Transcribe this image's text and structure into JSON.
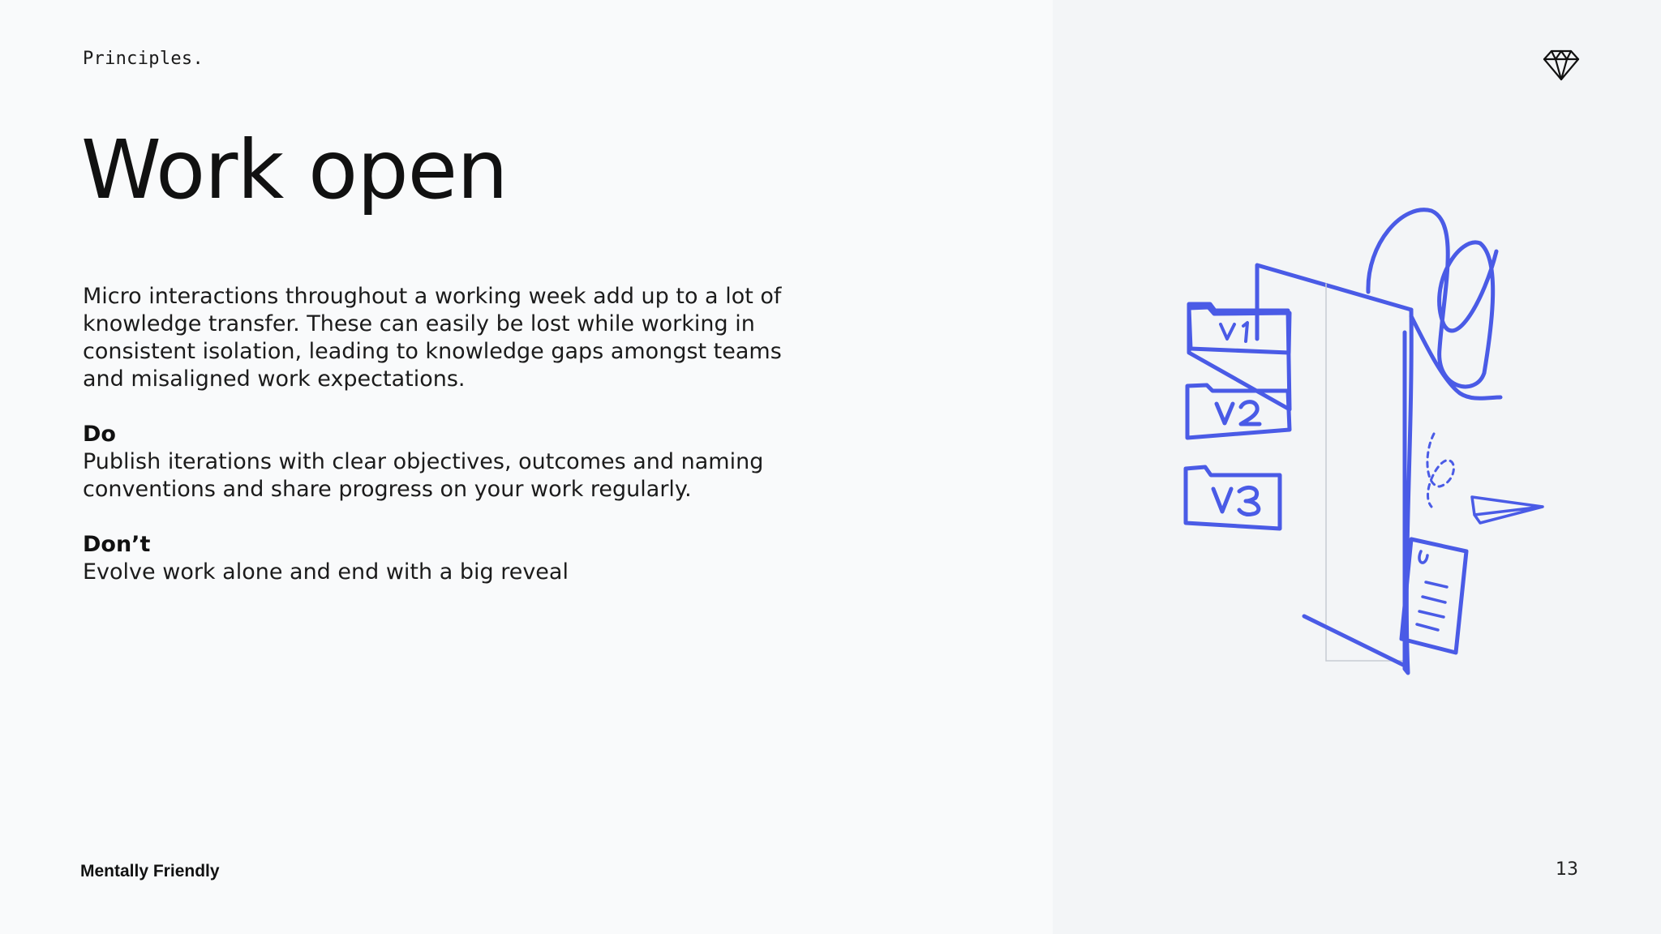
{
  "section_label": "Principles.",
  "title": "Work open",
  "intro": "Micro interactions throughout a working week add up to a lot of knowledge transfer. These can easily be lost while working in consistent isolation, leading to knowledge gaps amongst teams and misaligned work expectations.",
  "do": {
    "heading": "Do",
    "text": "Publish iterations with clear objectives, outcomes and naming conventions and share progress on your work regularly."
  },
  "dont": {
    "heading": "Don’t",
    "text": "Evolve work alone and end with a big reveal"
  },
  "footer": {
    "brand": "Mentally Friendly",
    "page_number": "13"
  },
  "illustration": {
    "folders": [
      "v1",
      "v2",
      "v3"
    ],
    "stroke_color": "#4a5be6"
  },
  "icons": {
    "logo": "diamond-icon"
  },
  "colors": {
    "background_left": "#f9fafb",
    "background_right": "#f3f5f7",
    "text": "#111111",
    "accent": "#4a5be6"
  }
}
